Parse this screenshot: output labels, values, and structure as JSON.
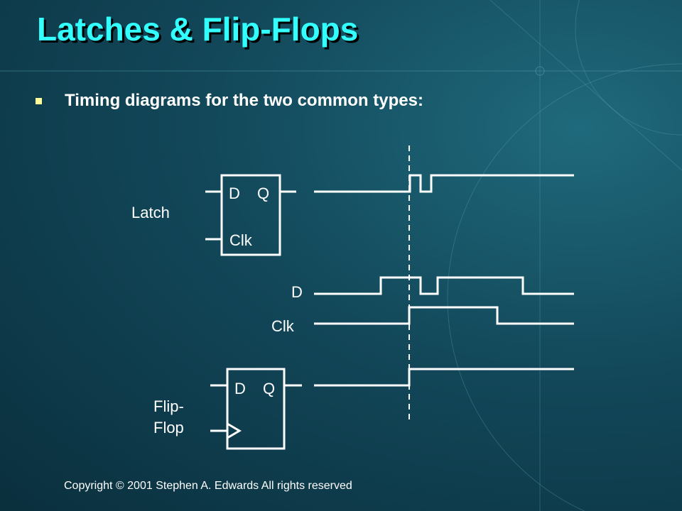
{
  "slide": {
    "title": "Latches & Flip-Flops",
    "bullet": "Timing diagrams for the two common types:",
    "copyright": "Copyright © 2001 Stephen A. Edwards All rights reserved"
  },
  "diagram": {
    "latch": {
      "label": "Latch",
      "pin_d": "D",
      "pin_q": "Q",
      "pin_clk": "Clk"
    },
    "flipflop": {
      "label_line1": "Flip-",
      "label_line2": "Flop",
      "pin_d": "D",
      "pin_q": "Q"
    },
    "signals": {
      "d_label": "D",
      "clk_label": "Clk"
    }
  },
  "colors": {
    "title": "#33ffff",
    "bullet_mark": "#ffff99",
    "text": "#ffffff",
    "background_dark": "#0a2f3d",
    "background_light": "#1f6a7c"
  }
}
